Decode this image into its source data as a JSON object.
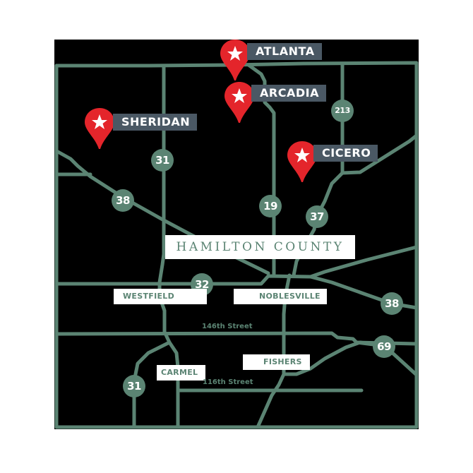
{
  "map": {
    "title": "HAMILTON COUNTY",
    "colors": {
      "background": "#000000",
      "road": "#5b8473",
      "pin": "#e4252b",
      "pin_label_bg": "#4a5864",
      "label_bg": "#ffffff"
    },
    "pins": [
      {
        "name": "ATLANTA",
        "icon": "star-pin-icon"
      },
      {
        "name": "ARCADIA",
        "icon": "star-pin-icon"
      },
      {
        "name": "SHERIDAN",
        "icon": "star-pin-icon"
      },
      {
        "name": "CICERO",
        "icon": "star-pin-icon"
      }
    ],
    "cities": [
      {
        "name": "WESTFIELD"
      },
      {
        "name": "NOBLESVILLE"
      },
      {
        "name": "CARMEL"
      },
      {
        "name": "FISHERS"
      }
    ],
    "highways": [
      {
        "number": "31"
      },
      {
        "number": "38"
      },
      {
        "number": "19"
      },
      {
        "number": "213"
      },
      {
        "number": "37"
      },
      {
        "number": "32"
      },
      {
        "number": "38"
      },
      {
        "number": "69"
      },
      {
        "number": "31"
      }
    ],
    "streets": [
      {
        "name": "146th Street"
      },
      {
        "name": "116th Street"
      }
    ]
  }
}
